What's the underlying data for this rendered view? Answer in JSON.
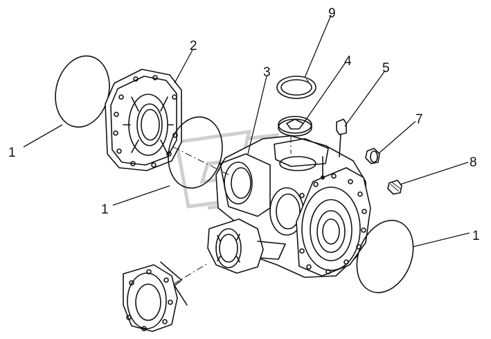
{
  "callouts": [
    {
      "id": "c1a",
      "label": "1"
    },
    {
      "id": "c1b",
      "label": "1"
    },
    {
      "id": "c1c",
      "label": "1"
    },
    {
      "id": "c2",
      "label": "2"
    },
    {
      "id": "c3",
      "label": "3"
    },
    {
      "id": "c4",
      "label": "4"
    },
    {
      "id": "c5",
      "label": "5"
    },
    {
      "id": "c7",
      "label": "7"
    },
    {
      "id": "c8",
      "label": "8"
    },
    {
      "id": "c9",
      "label": "9"
    }
  ]
}
